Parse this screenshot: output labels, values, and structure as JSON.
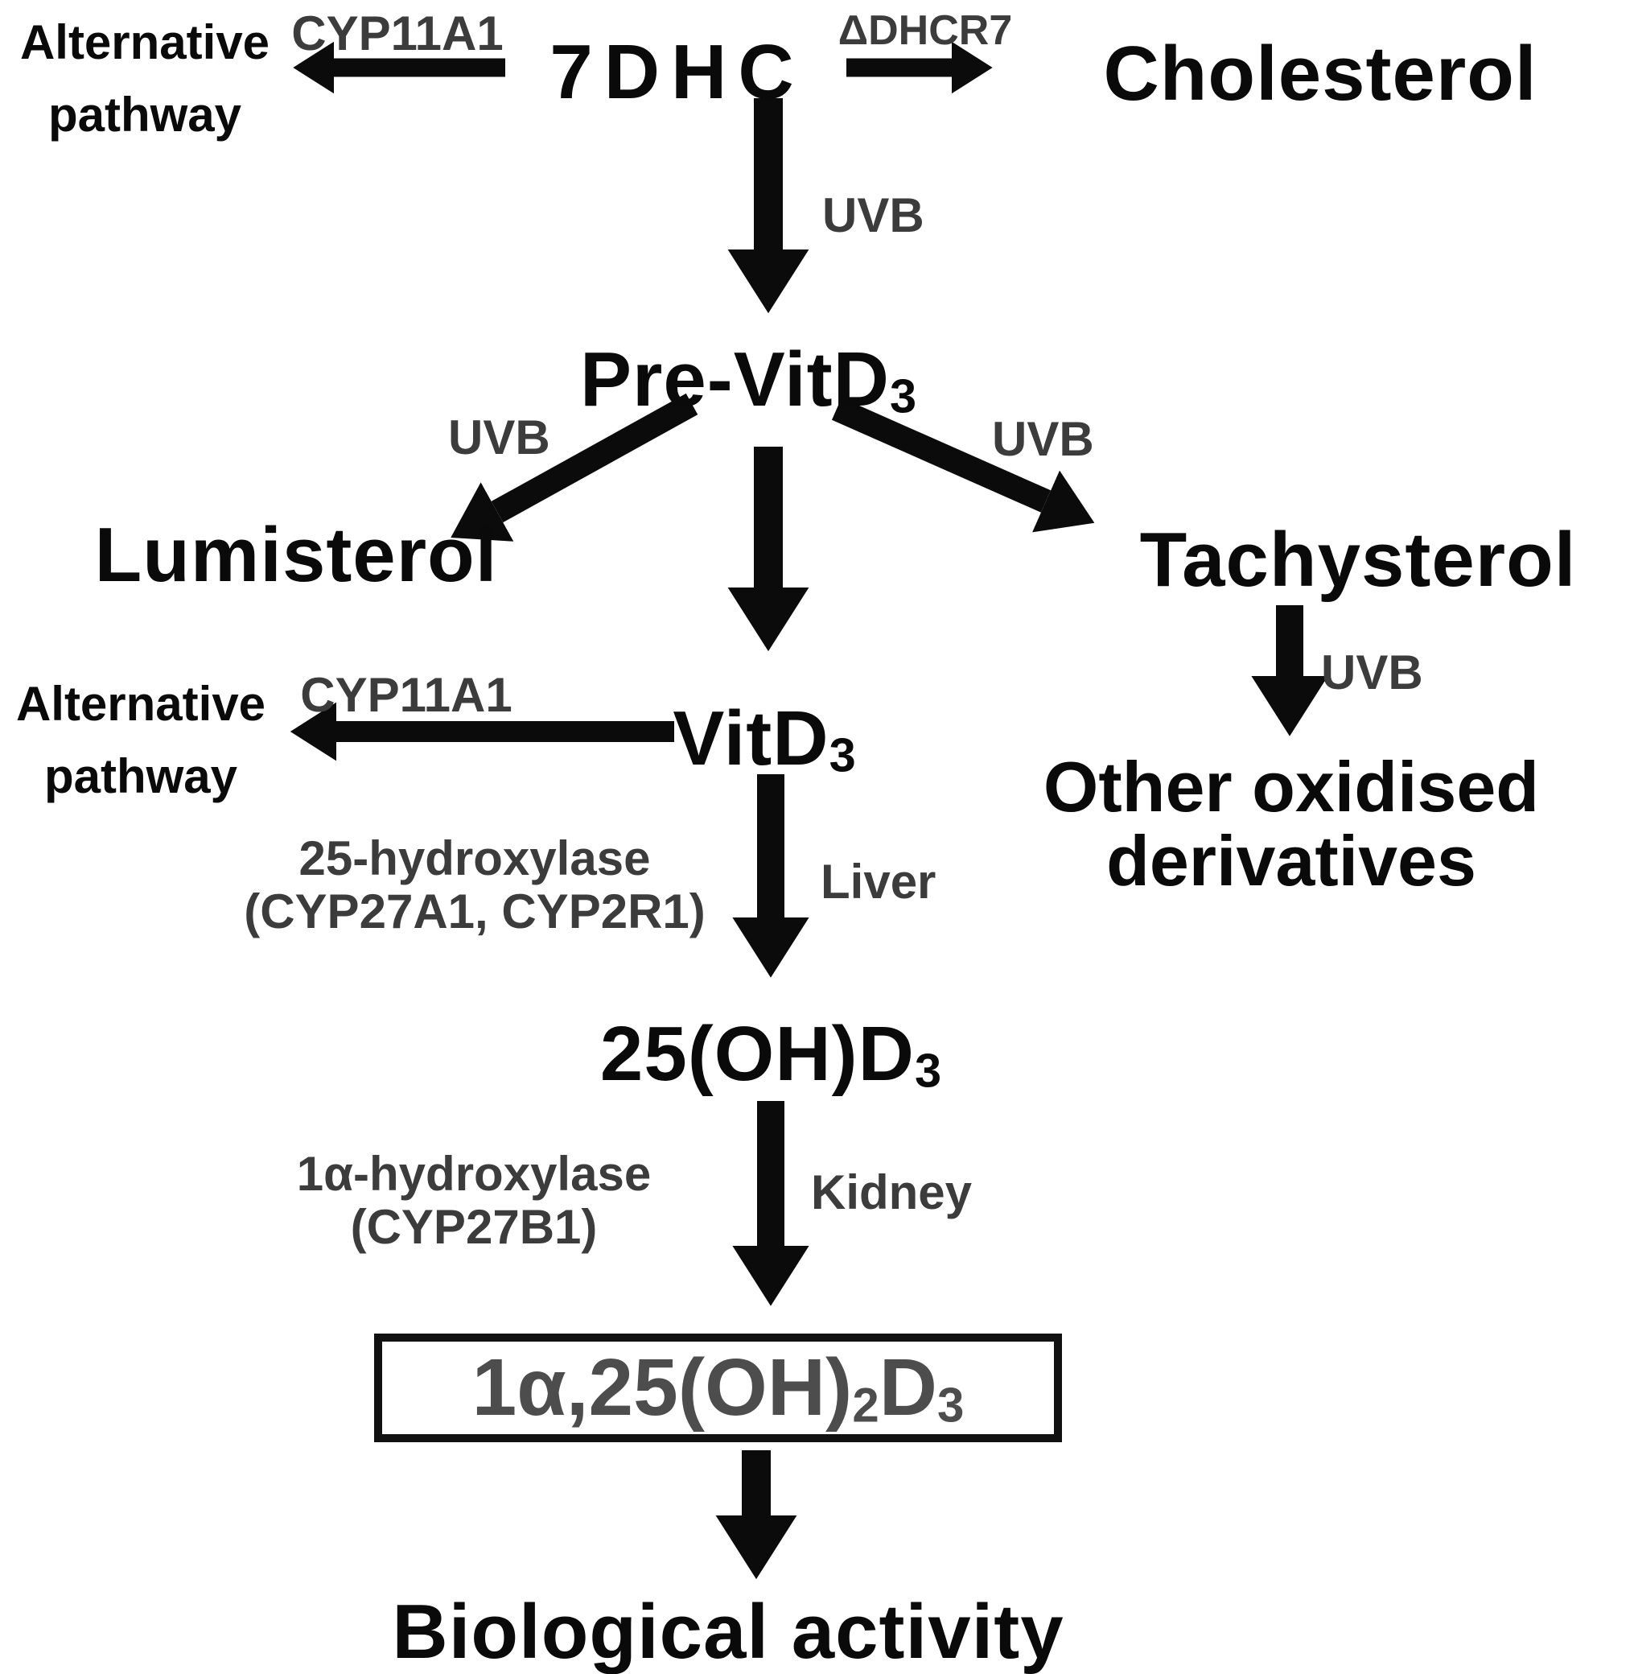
{
  "nodes": {
    "alt_pathway_top": {
      "line1": "Alternative",
      "line2": "pathway"
    },
    "dhc7": {
      "label": "7DHC"
    },
    "cholesterol": {
      "label": "Cholesterol"
    },
    "pre_vitd3": {
      "base": "Pre-VitD",
      "sub": "3"
    },
    "lumisterol": {
      "label": "Lumisterol"
    },
    "tachysterol": {
      "label": "Tachysterol"
    },
    "alt_pathway_mid": {
      "line1": "Alternative",
      "line2": "pathway"
    },
    "vitd3": {
      "base": "VitD",
      "sub": "3"
    },
    "other_oxidised": {
      "line1": "Other oxidised",
      "line2": "derivatives"
    },
    "oh25d3": {
      "base": "25(OH)D",
      "sub": "3"
    },
    "active_form_box": {
      "part1": "1α,25(OH)",
      "sub1": "2",
      "part2": "D",
      "sub2": "3"
    },
    "biological_activity": {
      "label": "Biological activity"
    }
  },
  "labels": {
    "cyp11a1_top": "CYP11A1",
    "dhcr7": "ΔDHCR7",
    "uvb_top": "UVB",
    "uvb_left": "UVB",
    "uvb_right": "UVB",
    "uvb_tachysterol": "UVB",
    "cyp11a1_mid": "CYP11A1",
    "hydroxylase25_line1": "25-hydroxylase",
    "hydroxylase25_line2": "(CYP27A1, CYP2R1)",
    "liver": "Liver",
    "hydroxylase1a_line1": "1α-hydroxylase",
    "hydroxylase1a_line2": "(CYP27B1)",
    "kidney": "Kidney"
  },
  "colors": {
    "node_text": "#0a0a0a",
    "enzyme_text": "#3c3c3c",
    "box_text": "#4d4d4d",
    "box_border": "#111111",
    "arrow": "#0b0b0b",
    "background": "#ffffff"
  }
}
